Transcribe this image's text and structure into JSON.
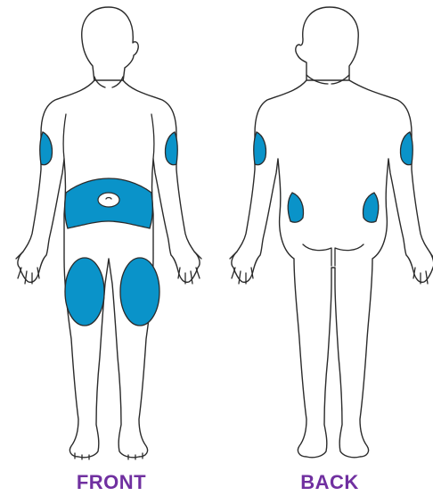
{
  "labels": {
    "front": "FRONT",
    "back": "BACK"
  },
  "colors": {
    "site_fill": "#0a93c9",
    "label": "#7030a0",
    "outline": "#2b2b2b"
  },
  "highlighted_sites": {
    "front": [
      "left-upper-arm",
      "right-upper-arm",
      "abdomen",
      "left-thigh",
      "right-thigh"
    ],
    "back": [
      "left-upper-arm",
      "right-upper-arm",
      "left-buttock-side",
      "right-buttock-side"
    ]
  }
}
